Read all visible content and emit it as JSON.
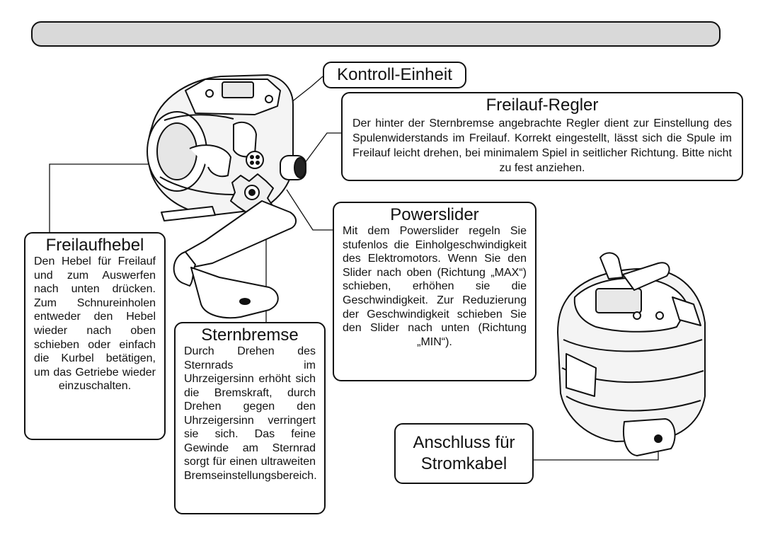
{
  "header_bar": "",
  "labels": {
    "kontroll": "Kontroll-Einheit",
    "anschluss": "Anschluss für\nStromkabel"
  },
  "freilauf_regler": {
    "title": "Freilauf-Regler",
    "text": "Der hinter der Sternbremse angebrachte Regler dient zur Einstellung des Spulenwiderstands im Freilauf. Korrekt eingestellt, lässt sich die Spule im Freilauf leicht drehen, bei minimalem Spiel in seitlicher Richtung. Bitte nicht zu fest anziehen."
  },
  "freilaufhebel": {
    "title": "Freilaufhebel",
    "text": "Den Hebel für Freilauf und zum Auswerfen nach unten drücken. Zum Schnureinholen entweder den Hebel wieder nach oben schieben oder einfach die Kurbel betätigen, um das Getriebe wieder einzuschalten."
  },
  "sternbremse": {
    "title": "Sternbremse",
    "text": "Durch Drehen des Sternrads im Uhrzeigersinn erhöht sich die Bremskraft, durch Drehen gegen den Uhrzeigersinn verringert sie sich. Das feine Gewinde am Sternrad sorgt für einen ultraweiten Bremseinstellungsbereich."
  },
  "powerslider": {
    "title": "Powerslider",
    "text": "Mit dem Powerslider regeln Sie stufenlos die Einholgeschwindigkeit des Elektromotors. Wenn Sie den Slider nach oben (Richtung „MAX“) schieben, erhöhen sie die Geschwindigkeit. Zur Reduzierung der Geschwindigkeit schieben Sie den Slider nach unten (Richtung „MIN“)."
  },
  "icons": {
    "main_illustration": "electric-reel-side-view",
    "secondary_illustration": "electric-reel-rear-view"
  }
}
